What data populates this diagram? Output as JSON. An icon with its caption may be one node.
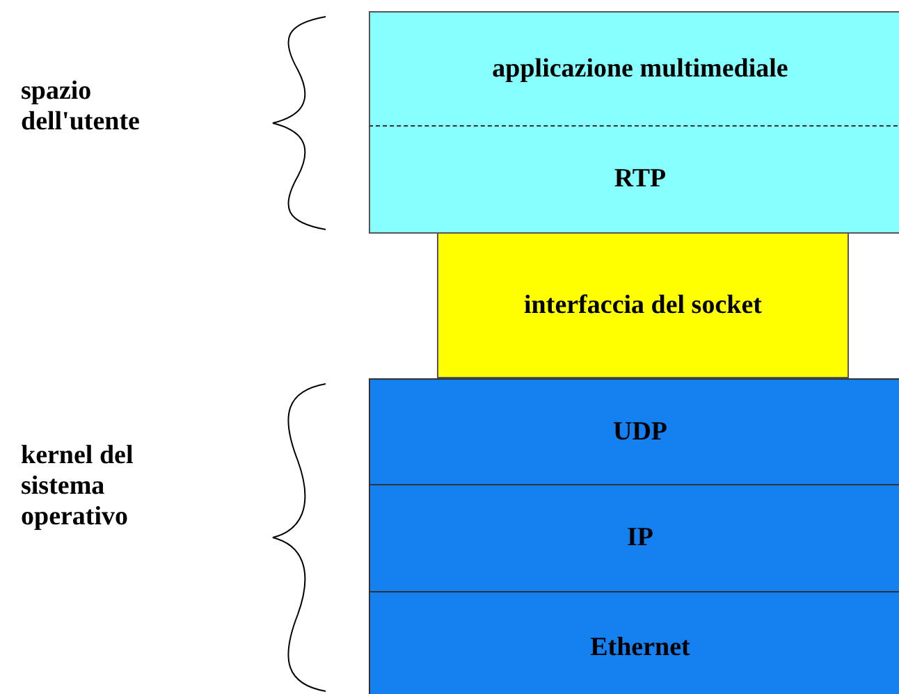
{
  "diagram": {
    "nodes": [
      {
        "text": [
          "applicazione multimediale"
        ]
      },
      {
        "text": [
          "RTP"
        ]
      },
      {
        "text": [
          "interfaccia del socket"
        ]
      },
      {
        "text": [
          "UDP"
        ]
      },
      {
        "text": [
          "IP"
        ]
      },
      {
        "text": [
          "Ethernet"
        ]
      }
    ],
    "labels": [
      "spazio dell'utente",
      "kernel del sistema operativo"
    ]
  }
}
